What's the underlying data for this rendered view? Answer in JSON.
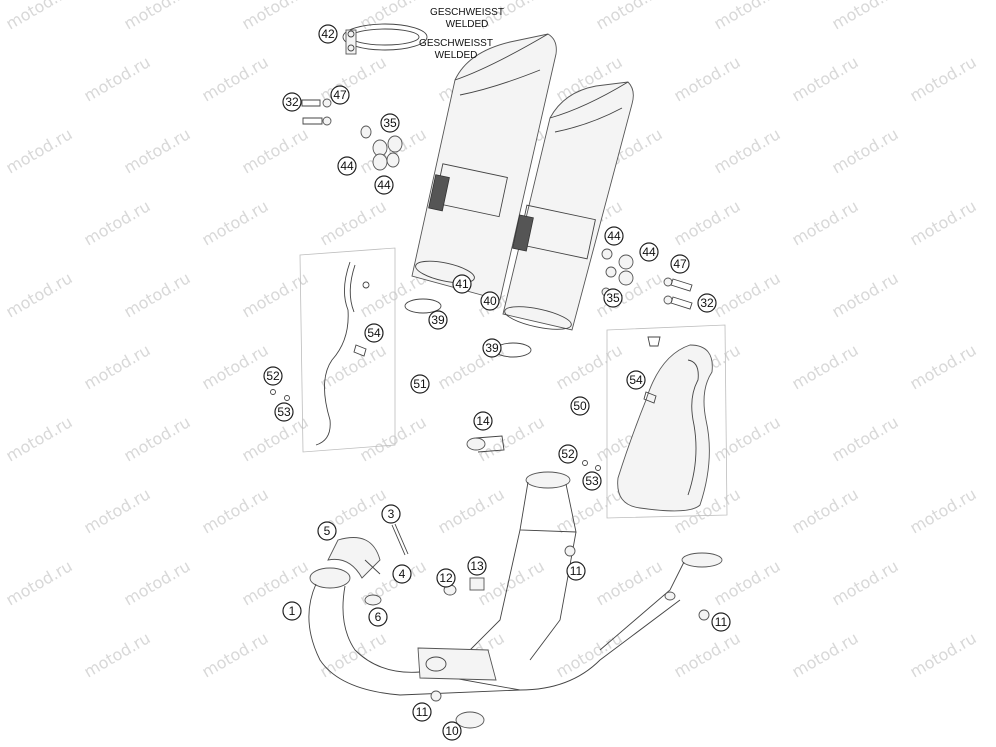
{
  "notes": [
    {
      "id": "note-1",
      "line1": "GESCHWEISST",
      "line2": "WELDED"
    },
    {
      "id": "note-2",
      "line1": "GESCHWEISST",
      "line2": "WELDED"
    }
  ],
  "callouts": [
    "42",
    "32",
    "47",
    "35",
    "44",
    "44",
    "41",
    "40",
    "39",
    "39",
    "44",
    "44",
    "47",
    "35",
    "32",
    "54",
    "52",
    "53",
    "51",
    "14",
    "50",
    "54",
    "52",
    "53",
    "5",
    "3",
    "4",
    "12",
    "13",
    "11",
    "1",
    "6",
    "11",
    "11",
    "10"
  ],
  "watermark": "motod.ru"
}
